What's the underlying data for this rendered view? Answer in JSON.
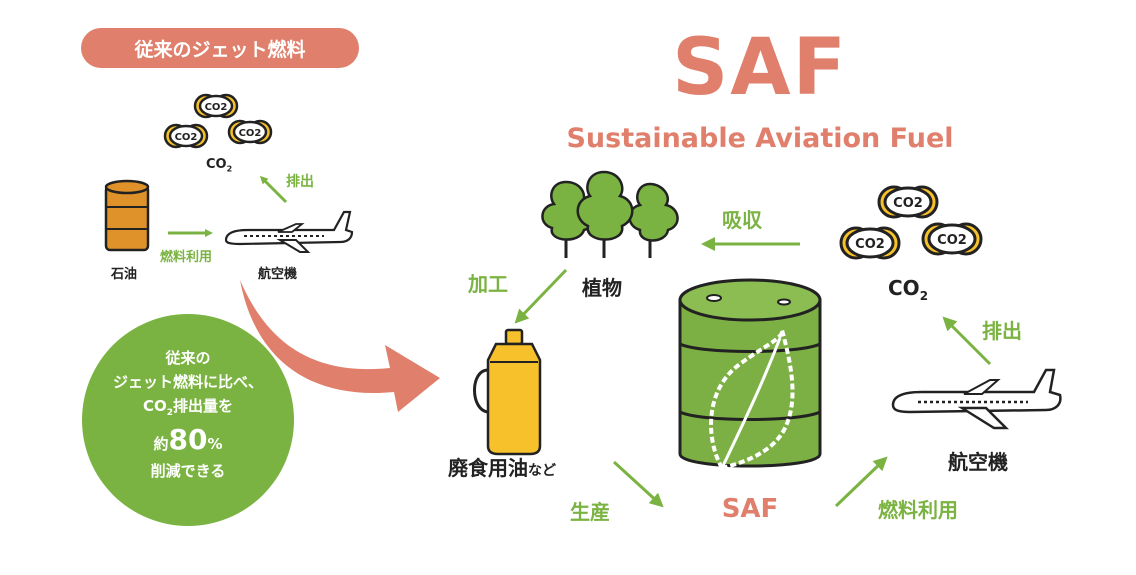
{
  "colors": {
    "salmon": "#e07f6c",
    "green": "#7bb342",
    "dark": "#222222",
    "barrel_orange": "#e0922a",
    "barrel_green": "#7cb044",
    "oil_yellow": "#f6c12b"
  },
  "left": {
    "badge": "従来のジェット燃料",
    "co2_bubble": "CO2",
    "co2_label": "CO",
    "co2_sub": "2",
    "emit_label": "排出",
    "fuel_use_label": "燃料利用",
    "oil_label": "石油",
    "plane_label": "航空機"
  },
  "header": {
    "title": "SAF",
    "subtitle": "Sustainable Aviation Fuel"
  },
  "cycle": {
    "plant_label": "植物",
    "absorb_label": "吸収",
    "co2_bubble": "CO2",
    "co2_label": "CO",
    "co2_sub": "2",
    "emit_label": "排出",
    "process_label": "加工",
    "oil_label_main": "廃食用油",
    "oil_label_suffix": "など",
    "produce_label": "生産",
    "saf_label": "SAF",
    "fuel_use_label": "燃料利用",
    "plane_label": "航空機"
  },
  "circle": {
    "line1": "従来の",
    "line2": "ジェット燃料に比べ、",
    "line3_co": "CO",
    "line3_sub": "2",
    "line3_rest": "排出量を",
    "line4_pre": "約",
    "line4_num": "80",
    "line4_pct": "%",
    "line5": "削減できる"
  }
}
